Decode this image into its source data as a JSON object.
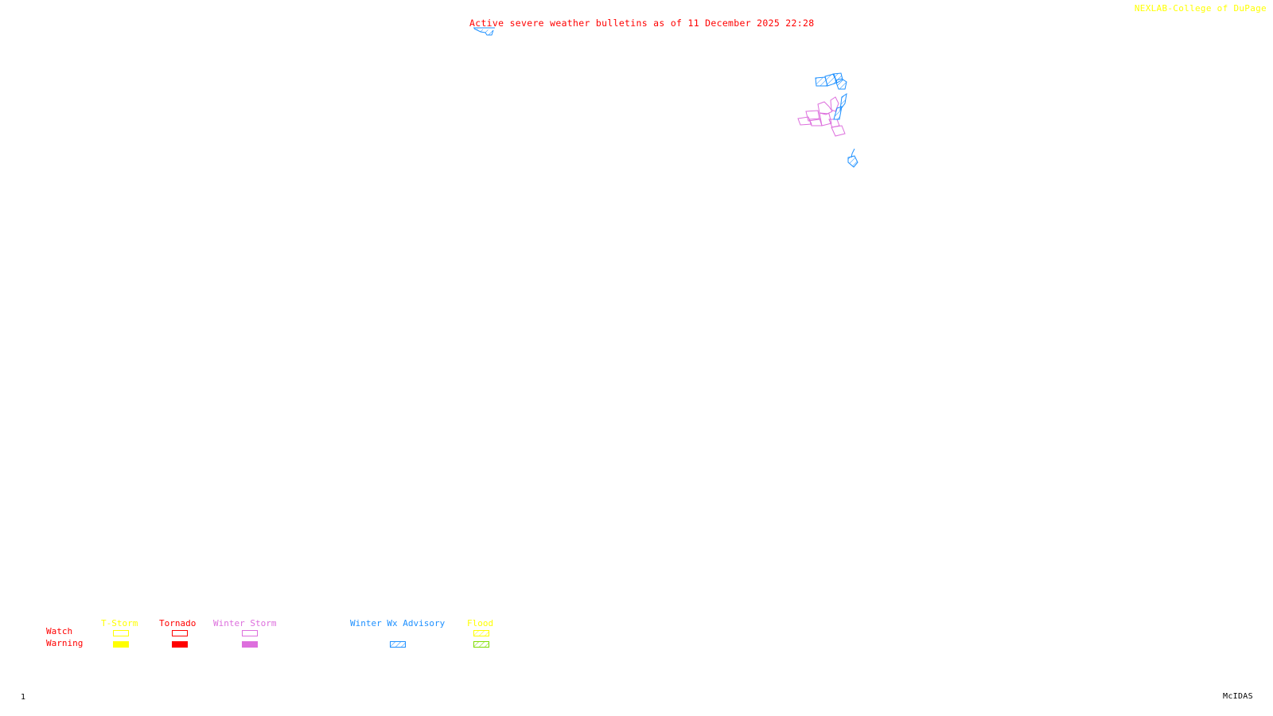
{
  "header": {
    "title": "Active severe weather bulletins as of 11 December 2025 22:28",
    "credit": "NEXLAB-College of DuPage"
  },
  "legend": {
    "row_labels": {
      "watch": "Watch",
      "warning": "Warning"
    },
    "row_label_color": "#ff0000",
    "categories": [
      {
        "name": "T-Storm",
        "color": "#ffff00",
        "watch": "outline",
        "warning": "filled"
      },
      {
        "name": "Tornado",
        "color": "#ff0000",
        "watch": "outline",
        "warning": "filled"
      },
      {
        "name": "Winter Storm",
        "color": "#dd6fdd",
        "watch": "outline",
        "warning": "filled"
      },
      {
        "name": "Winter Wx Advisory",
        "color": "#1e90ff",
        "watch": null,
        "warning": "hatched"
      },
      {
        "name": "Flood",
        "color": "#ffff00",
        "watch": "hatched",
        "warning": "hatched",
        "warning_color": "#7fdc00"
      }
    ]
  },
  "map": {
    "alerts": [
      {
        "type": "Winter Wx Advisory",
        "region": "small area near top",
        "color": "#1e90ff"
      },
      {
        "type": "Winter Wx Advisory",
        "region": "northern cluster",
        "color": "#1e90ff"
      },
      {
        "type": "Winter Storm Warning",
        "region": "central cluster",
        "color": "#dd6fdd"
      },
      {
        "type": "Winter Wx Advisory",
        "region": "eastern strip",
        "color": "#1e90ff"
      },
      {
        "type": "Winter Wx Advisory",
        "region": "southern small area",
        "color": "#1e90ff"
      }
    ]
  },
  "footer": {
    "frame_number": "1",
    "software": "McIDAS"
  }
}
